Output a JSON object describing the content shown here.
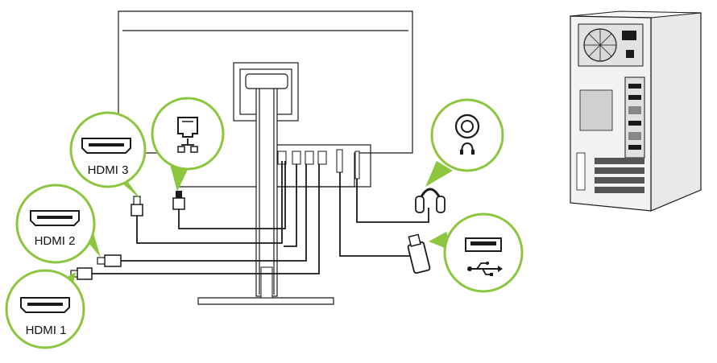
{
  "callouts": {
    "hdmi1": {
      "label": "HDMI 1",
      "icon": "hdmi-port-icon"
    },
    "hdmi2": {
      "label": "HDMI 2",
      "icon": "hdmi-port-icon"
    },
    "hdmi3": {
      "label": "HDMI 3",
      "icon": "hdmi-port-icon"
    },
    "ethernet": {
      "icon": "ethernet-port-icon"
    },
    "audio": {
      "icon": "headphone-jack-icon"
    },
    "usb": {
      "icon": "usb-port-icon"
    }
  },
  "devices": {
    "monitor": "monitor-rear-icon",
    "computer": "desktop-tower-icon",
    "headphones": "headphones-icon",
    "usb_stick": "usb-drive-icon"
  },
  "colors": {
    "callout_ring": "#8cc63f",
    "line": "#1a1a1a",
    "monitor_fill": "#ffffff",
    "pc_fill": "#f2f2f2"
  }
}
